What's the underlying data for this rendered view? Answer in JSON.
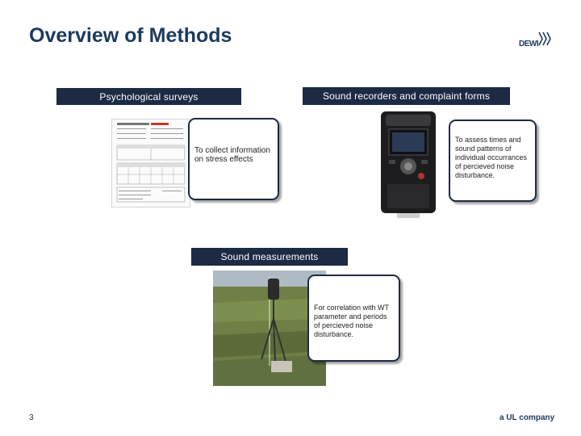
{
  "slide": {
    "title": "Overview of Methods",
    "page_number": "3",
    "logo_text": "DEWI",
    "footer_brand": "a UL company"
  },
  "sections": {
    "surveys": {
      "label": "Psychological surveys",
      "callout": "To collect information on stress effects"
    },
    "recorders": {
      "label": "Sound recorders and complaint forms",
      "callout": "To assess times and sound patterns of individual occurrances of percieved noise disturbance."
    },
    "measurements": {
      "label": "Sound measurements",
      "callout": "For correlation with WT parameter and periods of percieved noise disturbance."
    }
  },
  "colors": {
    "title": "#1c3a5e",
    "label_bg": "#1c2a44",
    "callout_border": "#1c2a44"
  }
}
